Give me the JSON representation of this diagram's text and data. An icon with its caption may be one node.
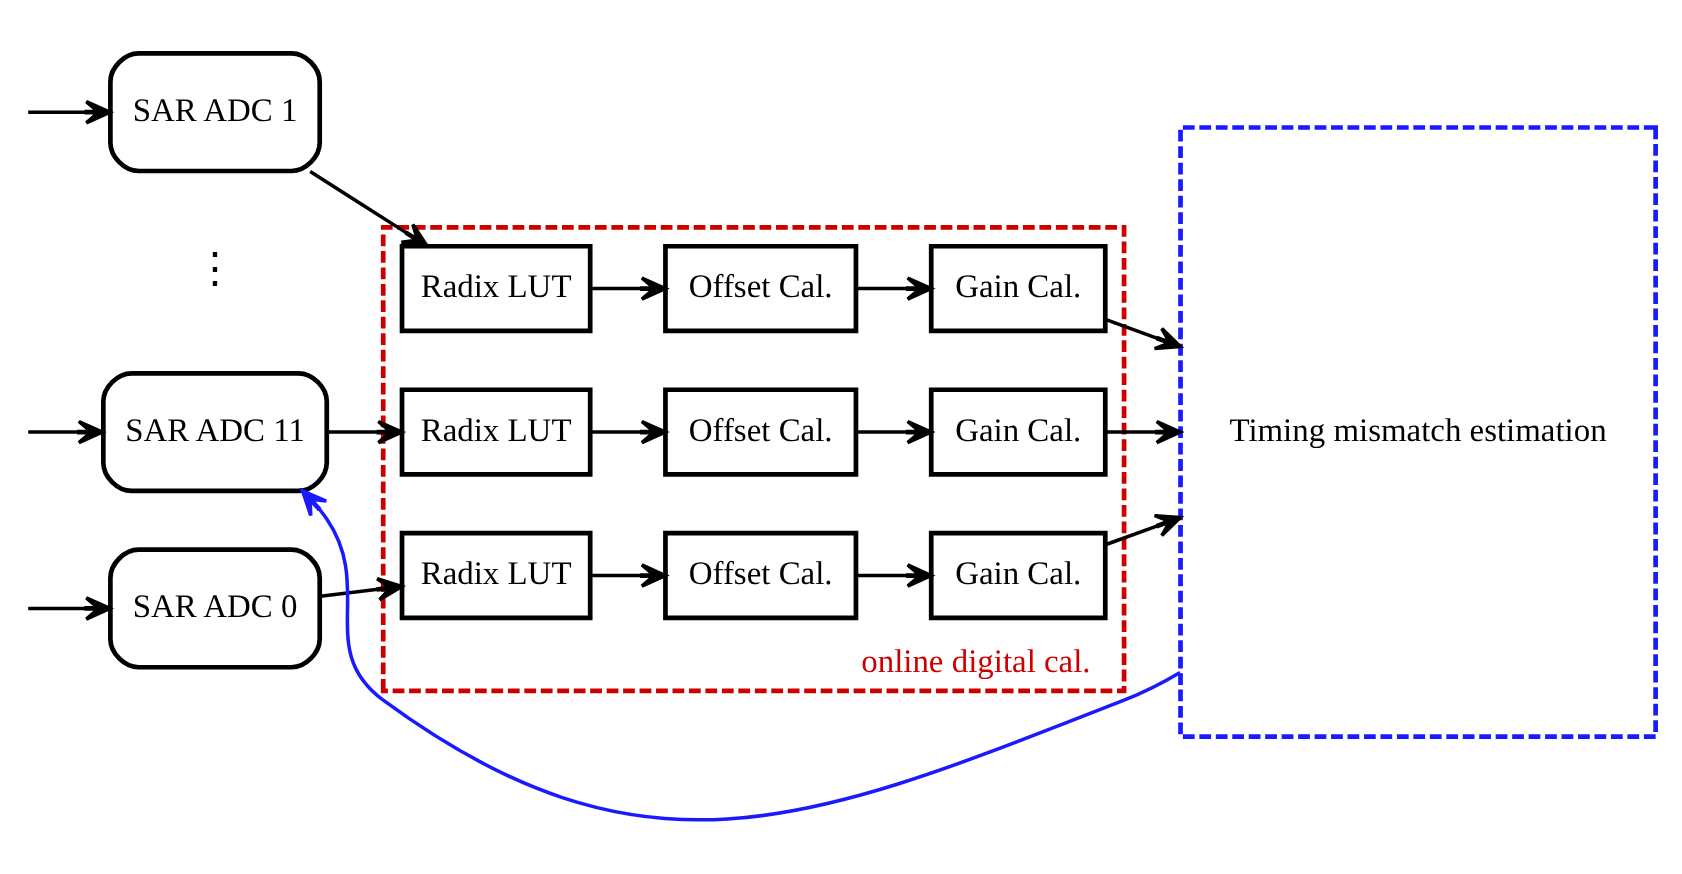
{
  "diagram": {
    "nodes": [
      {
        "text": [
          "online digital cal."
        ]
      },
      {
        "text": [
          "SAR ADC 0"
        ]
      },
      {
        "text": [
          "SAR ADC 1"
        ]
      },
      {
        "text": [
          "SAR ADC 11"
        ]
      },
      {
        "text": [
          "Radix LUT"
        ],
        "in": 0
      },
      {
        "text": [
          "Offset Cal."
        ],
        "in": 0
      },
      {
        "text": [
          "Gain Cal."
        ],
        "in": 0
      },
      {
        "text": [
          "Radix LUT"
        ],
        "in": 0
      },
      {
        "text": [
          "Offset Cal."
        ],
        "in": 0
      },
      {
        "text": [
          "Gain Cal."
        ],
        "in": 0
      },
      {
        "text": [
          "Radix LUT"
        ],
        "in": 0
      },
      {
        "text": [
          "Offset Cal."
        ],
        "in": 0
      },
      {
        "text": [
          "Gain Cal."
        ],
        "in": 0
      },
      {
        "text": [
          "Timing mismatch estimation"
        ]
      }
    ],
    "edges": [
      {
        "from": null,
        "to": 1,
        "arrow": "to"
      },
      {
        "from": null,
        "to": 2,
        "arrow": "to"
      },
      {
        "from": null,
        "to": 3,
        "arrow": "to"
      },
      {
        "from": 1,
        "to": 4,
        "arrow": "to"
      },
      {
        "from": 4,
        "to": 5,
        "arrow": "to"
      },
      {
        "from": 5,
        "to": 6,
        "arrow": "to"
      },
      {
        "from": 6,
        "to": 13,
        "arrow": "to"
      },
      {
        "from": 2,
        "to": 7,
        "arrow": "to"
      },
      {
        "from": 7,
        "to": 8,
        "arrow": "to"
      },
      {
        "from": 8,
        "to": 9,
        "arrow": "to"
      },
      {
        "from": 9,
        "to": 13,
        "arrow": "to"
      },
      {
        "from": 3,
        "to": 10,
        "arrow": "to"
      },
      {
        "from": 10,
        "to": 11,
        "arrow": "to"
      },
      {
        "from": 11,
        "to": 12,
        "arrow": "to"
      },
      {
        "from": 12,
        "to": 13,
        "arrow": "to"
      },
      {
        "from": 13,
        "to": 3,
        "arrow": "to",
        "color": "#1a1aff"
      }
    ],
    "labels": [
      "⋮"
    ]
  }
}
